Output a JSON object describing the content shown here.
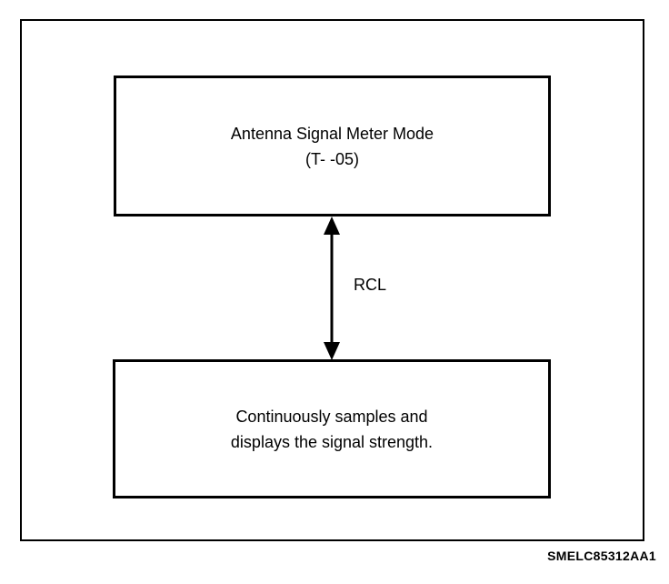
{
  "diagram": {
    "top_box": {
      "line1": "Antenna Signal Meter Mode",
      "line2": "(T- -05)"
    },
    "connector": {
      "label": "RCL",
      "direction": "bidirectional"
    },
    "bottom_box": {
      "line1": "Continuously samples and",
      "line2": "displays the signal strength."
    },
    "figure_code": "SMELC85312AA1"
  }
}
